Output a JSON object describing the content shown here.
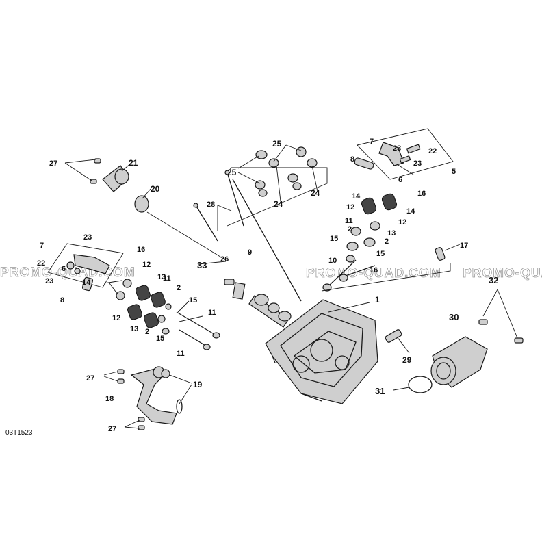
{
  "watermark": {
    "text_left": "PROMO-QUAD.COM",
    "text_center": "PROMO-QUAD.COM",
    "text_right": "PROMO-QUA"
  },
  "reference_code": "03T1523",
  "callouts": {
    "c1": "1",
    "c2a": "2",
    "c2b": "2",
    "c2c": "2",
    "c2d": "2",
    "c5": "5",
    "c6a": "6",
    "c6b": "6",
    "c7a": "7",
    "c7b": "7",
    "c8a": "8",
    "c8b": "8",
    "c9": "9",
    "c10": "10",
    "c11a": "11",
    "c11b": "11",
    "c11c": "11",
    "c11d": "11",
    "c12a": "12",
    "c12b": "12",
    "c12c": "12",
    "c12d": "12",
    "c13a": "13",
    "c13b": "13",
    "c13c": "13",
    "c14a": "14",
    "c14b": "14",
    "c14c": "14",
    "c15a": "15",
    "c15b": "15",
    "c15c": "15",
    "c15d": "15",
    "c16a": "16",
    "c16b": "16",
    "c16c": "16",
    "c17": "17",
    "c18": "18",
    "c19": "19",
    "c20": "20",
    "c21": "21",
    "c22a": "22",
    "c22b": "22",
    "c23a": "23",
    "c23b": "23",
    "c23c": "23",
    "c23d": "23",
    "c24a": "24",
    "c24b": "24",
    "c25a": "25",
    "c25b": "25",
    "c26": "26",
    "c27a": "27",
    "c27b": "27",
    "c27c": "27",
    "c28": "28",
    "c29": "29",
    "c30": "30",
    "c31": "31",
    "c32": "32",
    "c33": "33"
  }
}
